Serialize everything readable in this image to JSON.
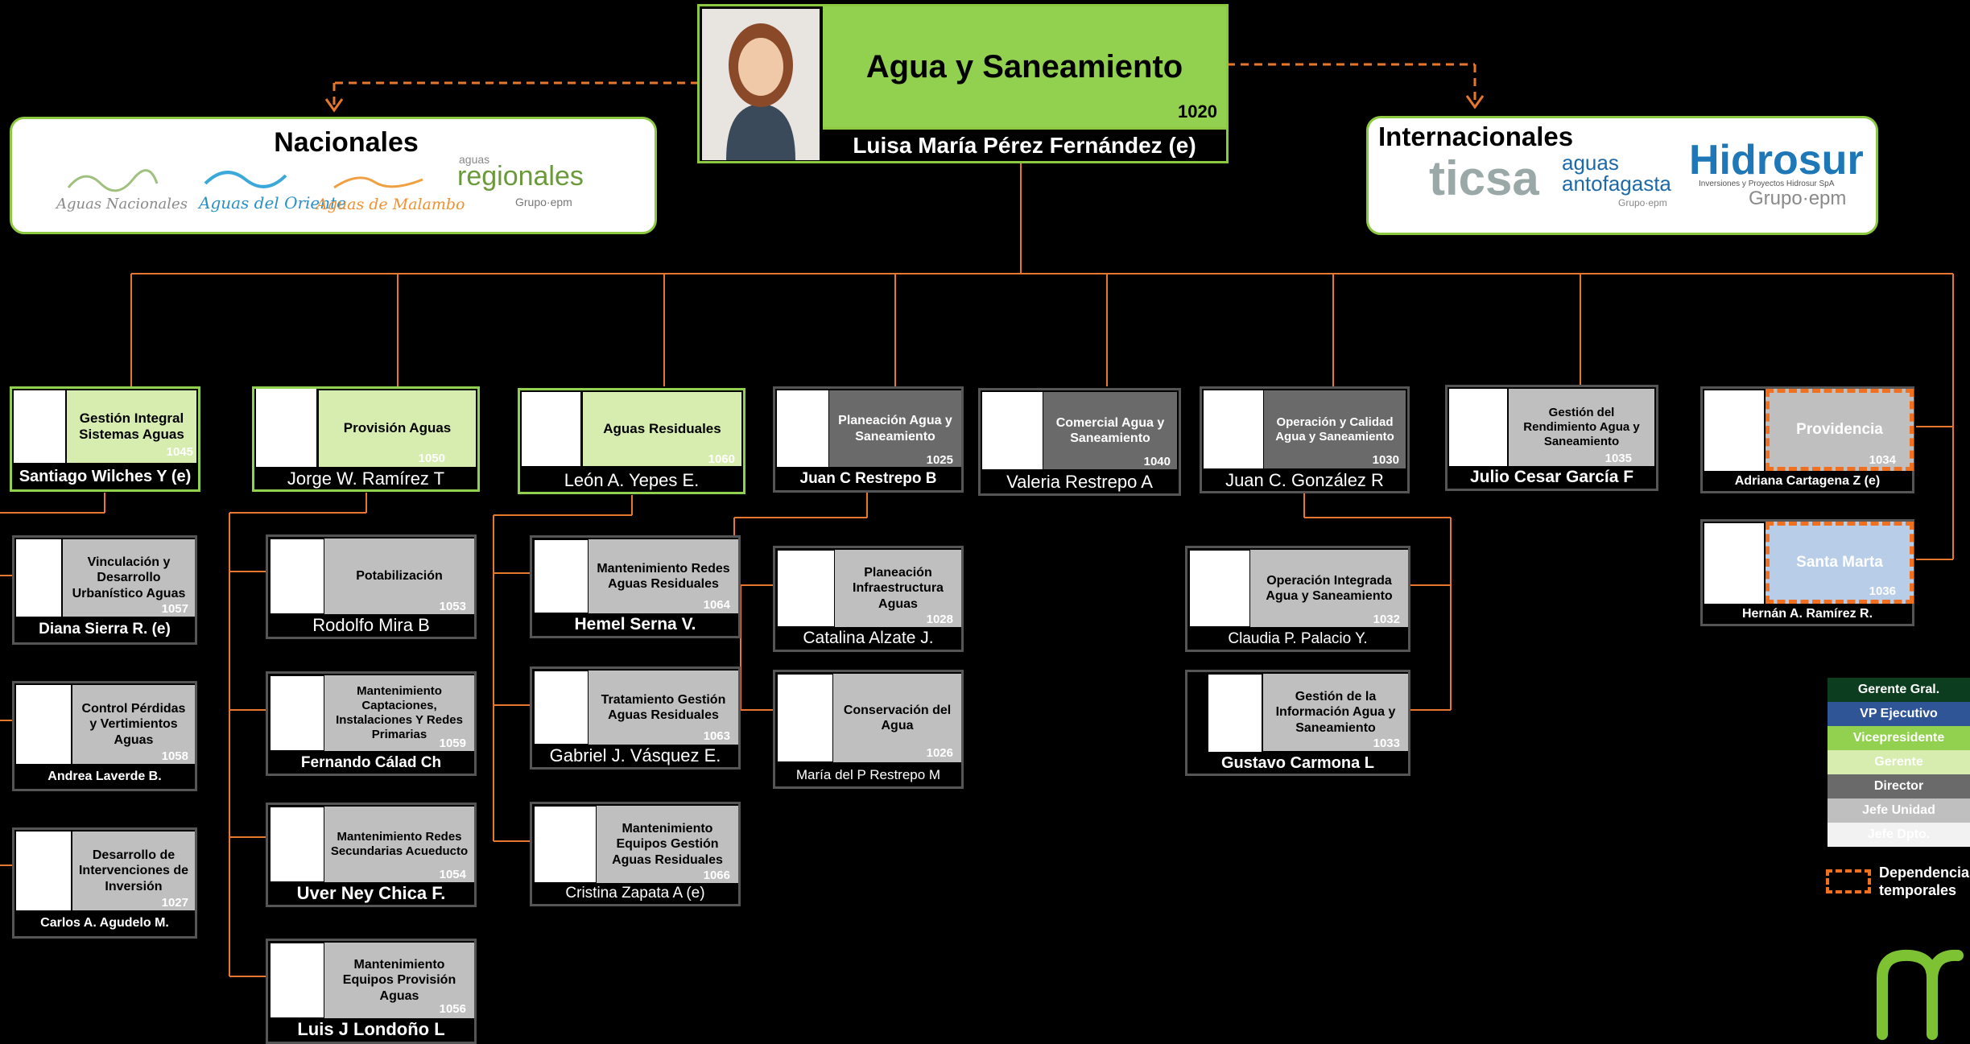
{
  "top": {
    "title": "Agua y Saneamiento",
    "code": "1020",
    "name": "Luisa María Pérez Fernández  (e)"
  },
  "nacionales": {
    "title": "Nacionales",
    "logos": [
      "Aguas Nacionales",
      "Aguas del Oriente",
      "Aguas de Malambo",
      "aguas",
      "regionales",
      "Grupo·epm"
    ]
  },
  "internacionales": {
    "title": "Internacionales",
    "logos": [
      "ticsa",
      "aguas antofagasta",
      "Grupo·epm",
      "Hidrosur",
      "Inversiones y Proyectos Hidrosur SpA",
      "Grupo·epm"
    ]
  },
  "units": [
    {
      "label": "Gestión Integral Sistemas Aguas",
      "code": "1045",
      "person": "Santiago Wilches Y (e)"
    },
    {
      "label": "Provisión Aguas",
      "code": "1050",
      "person": "Jorge W. Ramírez  T"
    },
    {
      "label": "Aguas Residuales",
      "code": "1060",
      "person": "León A. Yepes E."
    },
    {
      "label": "Planeación Agua y Saneamiento",
      "code": "1025",
      "person": "Juan C Restrepo B"
    },
    {
      "label": "Comercial Agua y Saneamiento",
      "code": "1040",
      "person": "Valeria Restrepo  A"
    },
    {
      "label": "Operación y Calidad Agua y Saneamiento",
      "code": "1030",
      "person": "Juan C. González R"
    },
    {
      "label": "Gestión del Rendimiento Agua y Saneamiento",
      "code": "1035",
      "person": "Julio Cesar García F"
    },
    {
      "label": "Providencia",
      "code": "1034",
      "person": "Adriana Cartagena Z (e)"
    },
    {
      "label": "Santa Marta",
      "code": "1036",
      "person": "Hernán A. Ramírez R."
    }
  ],
  "col1": [
    {
      "label": "Vinculación y Desarrollo Urbanístico Aguas",
      "code": "1057",
      "person": "Diana Sierra R. (e)"
    },
    {
      "label": "Control Pérdidas y Vertimientos Aguas",
      "code": "1058",
      "person": "Andrea Laverde B."
    },
    {
      "label": "Desarrollo de Intervenciones de Inversión",
      "code": "1027",
      "person": "Carlos A. Agudelo M."
    }
  ],
  "col2": [
    {
      "label": "Potabilización",
      "code": "1053",
      "person": "Rodolfo Mira B"
    },
    {
      "label": "Mantenimiento Captaciones, Instalaciones Y Redes Primarias",
      "code": "1059",
      "person": "Fernando Cálad Ch"
    },
    {
      "label": "Mantenimiento Redes Secundarias Acueducto",
      "code": "1054",
      "person": "Uver Ney Chica F."
    },
    {
      "label": "Mantenimiento Equipos Provisión Aguas",
      "code": "1056",
      "person": "Luis J Londoño L"
    }
  ],
  "col3": [
    {
      "label": "Mantenimiento Redes Aguas Residuales",
      "code": "1064",
      "person": "Hemel Serna V."
    },
    {
      "label": "Tratamiento Gestión Aguas Residuales",
      "code": "1063",
      "person": "Gabriel J. Vásquez E."
    },
    {
      "label": "Mantenimiento Equipos Gestión Aguas Residuales",
      "code": "1066",
      "person": "Cristina Zapata A (e)"
    }
  ],
  "col4": [
    {
      "label": "Planeación Infraestructura Aguas",
      "code": "1028",
      "person": "Catalina Alzate J."
    },
    {
      "label": "Conservación del Agua",
      "code": "1026",
      "person": "María del P Restrepo M"
    }
  ],
  "col6": [
    {
      "label": "Operación Integrada Agua y Saneamiento",
      "code": "1032",
      "person": "Claudia P. Palacio Y."
    },
    {
      "label": "Gestión de la Información Agua y Saneamiento",
      "code": "1033",
      "person": "Gustavo Carmona L"
    }
  ],
  "legend": {
    "items": [
      {
        "label": "Gerente Gral.",
        "color": "#0b3d1e"
      },
      {
        "label": "VP Ejecutivo",
        "color": "#2f5597"
      },
      {
        "label": "Vicepresidente",
        "color": "#92d050"
      },
      {
        "label": "Gerente",
        "color": "#d7edb0"
      },
      {
        "label": "Director",
        "color": "#6a6a6a"
      },
      {
        "label": "Jefe Unidad",
        "color": "#bfbfbf"
      },
      {
        "label": "Jefe Dpto.",
        "color": "#f2f2f2"
      }
    ],
    "temp_line1": "Dependencias",
    "temp_line2": "temporales"
  },
  "colors": {
    "line": "#e8772e",
    "accent": "#92d050",
    "dash": "#f07020"
  }
}
